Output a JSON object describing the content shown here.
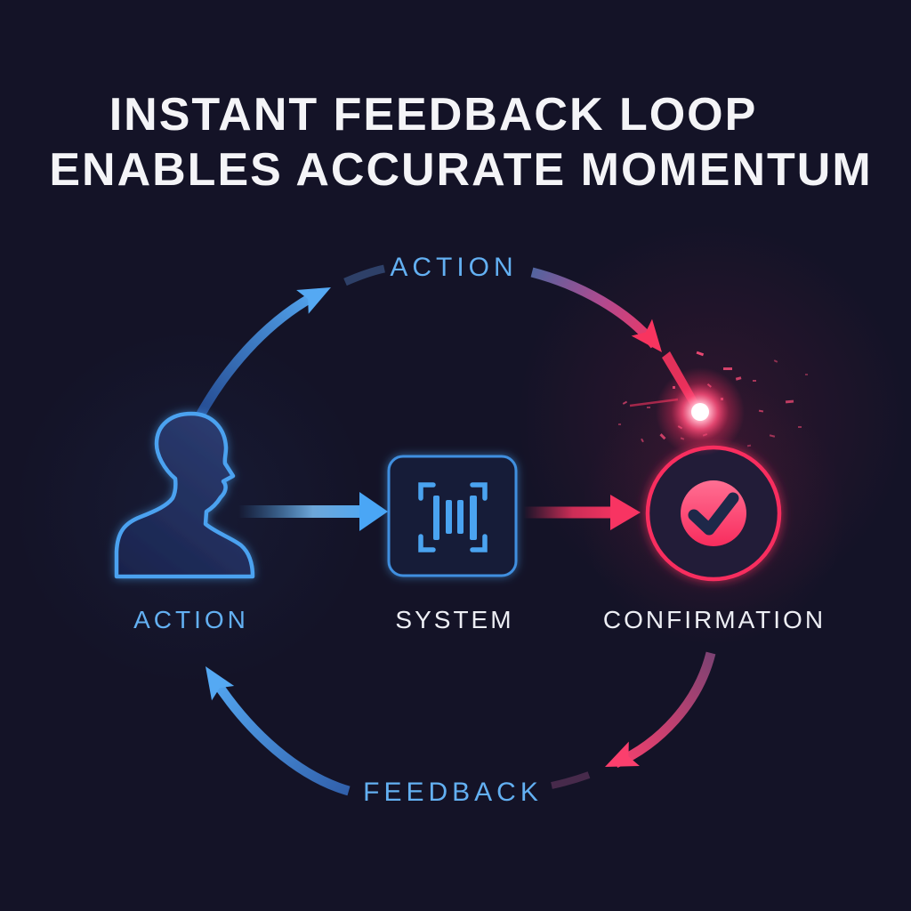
{
  "title": {
    "line1": "INSTANT FEEDBACK LOOP",
    "line2": "ENABLES ACCURATE MOMENTUM"
  },
  "loop": {
    "top_label": "ACTION",
    "bottom_label": "FEEDBACK"
  },
  "nodes": {
    "actor": {
      "label": "ACTION",
      "icon": "person-silhouette-icon"
    },
    "system": {
      "label": "SYSTEM",
      "icon": "barcode-scan-icon"
    },
    "confirmation": {
      "label": "CONFIRMATION",
      "icon": "check-icon"
    }
  },
  "colors": {
    "background": "#141327",
    "title_text": "#f4f4f7",
    "label_blue": "#63b0f2",
    "label_white": "#edeef4",
    "accent_blue": "#4aa6f5",
    "accent_blue_deep": "#2a55a8",
    "accent_pink": "#f82d5e",
    "accent_pink_bright": "#ff5c86",
    "check_navy": "#1e2849",
    "node_fill": "#18223f",
    "person_fill_dark": "#19234a",
    "person_fill_light": "#2e3f75"
  }
}
